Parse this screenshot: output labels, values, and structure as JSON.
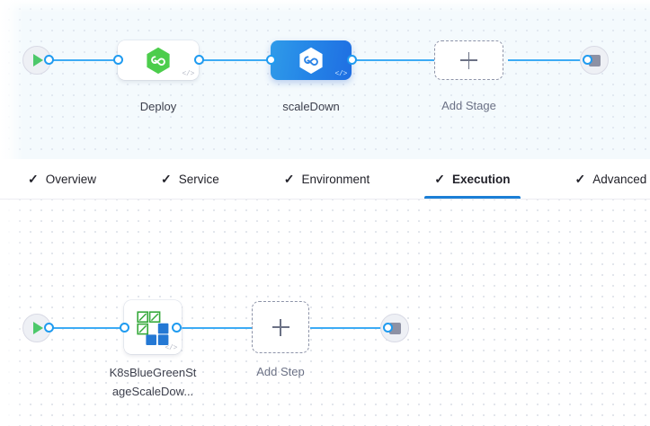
{
  "stage_graph": {
    "start_node": {
      "name": "pipeline-start",
      "icon": "play-icon"
    },
    "end_node": {
      "name": "pipeline-end",
      "icon": "stop-icon"
    },
    "stages": [
      {
        "label": "Deploy",
        "icon": "harness-hexagon-green-icon",
        "badge": "</>",
        "selected": false
      },
      {
        "label": "scaleDown",
        "icon": "harness-hexagon-white-icon",
        "badge": "</>",
        "selected": true
      }
    ],
    "add_stage": {
      "label": "Add Stage",
      "icon": "plus-icon"
    }
  },
  "tabs": [
    {
      "label": "Overview",
      "icon": "check-icon",
      "active": false
    },
    {
      "label": "Service",
      "icon": "check-icon",
      "active": false
    },
    {
      "label": "Environment",
      "icon": "check-icon",
      "active": false
    },
    {
      "label": "Execution",
      "icon": "check-icon",
      "active": true
    },
    {
      "label": "Advanced",
      "icon": "check-icon",
      "active": false
    }
  ],
  "step_graph": {
    "start_node": {
      "name": "execution-start",
      "icon": "play-icon"
    },
    "end_node": {
      "name": "execution-end",
      "icon": "stop-icon"
    },
    "steps": [
      {
        "label_line1": "K8sBlueGreenSt",
        "label_line2": "ageScaleDow...",
        "icon": "k8s-blue-green-icon",
        "badge": "</>"
      }
    ],
    "add_step": {
      "label": "Add Step",
      "icon": "plus-icon"
    }
  },
  "colors": {
    "accent_blue": "#1b7fd6",
    "link_blue": "#3dabf5",
    "selected_stage_from": "#2f9be9",
    "selected_stage_to": "#1f6ee2",
    "harness_green": "#4ccd4c",
    "icon_green": "#36a93b",
    "icon_blue": "#2478d4",
    "stage_canvas_bg": "#f4fafd",
    "step_canvas_bg": "#ffffff"
  }
}
